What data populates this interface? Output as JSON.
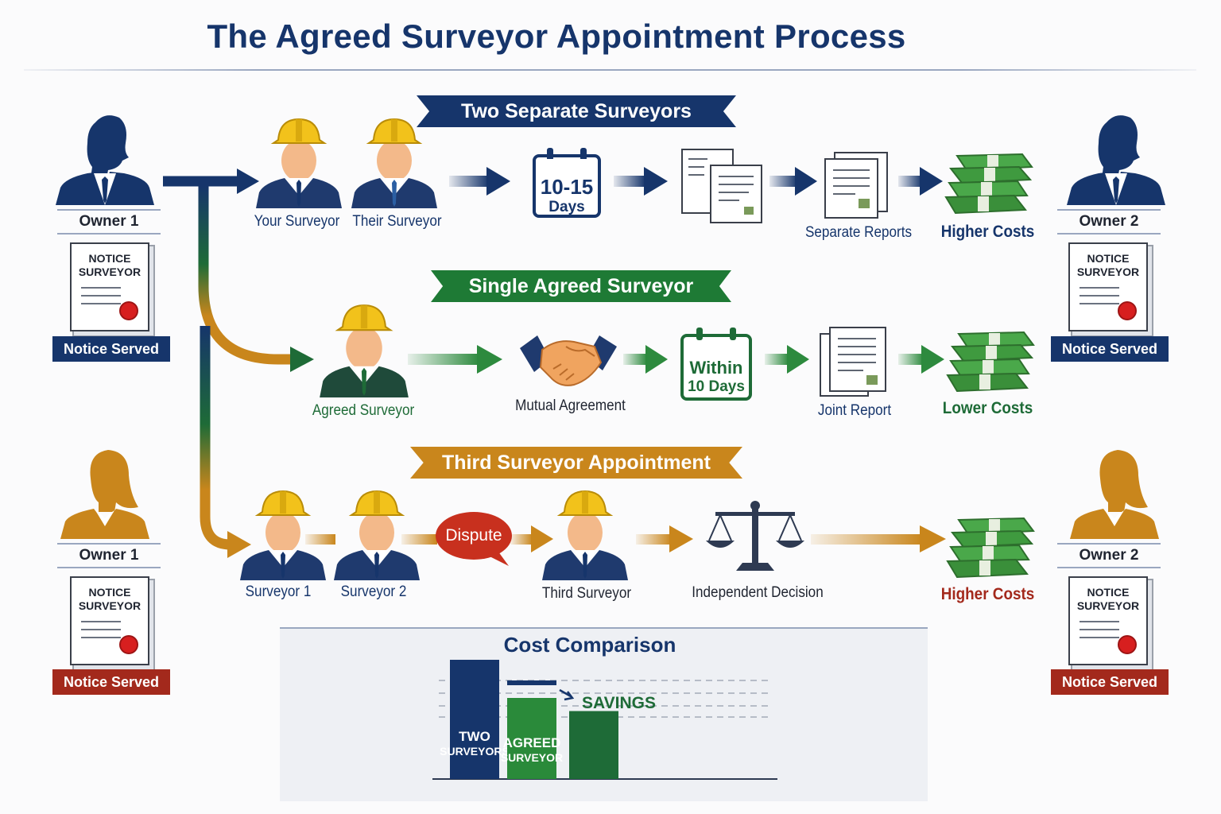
{
  "title": "The Agreed Surveyor Appointment Process",
  "owners": {
    "left_top": {
      "name": "Owner 1",
      "doc": "NOTICE\nSURVEYOR",
      "badge": "Notice Served"
    },
    "right_top": {
      "name": "Owner 2",
      "doc": "NOTICE\nSURVEYOR",
      "badge": "Notice Served"
    },
    "left_bottom": {
      "name": "Owner 1",
      "doc": "NOTICE\nSURVEYOR",
      "badge": "Notice Served"
    },
    "right_bottom": {
      "name": "Owner 2",
      "doc": "NOTICE\nSURVEYOR",
      "badge": "Notice Served"
    }
  },
  "rows": {
    "two": {
      "heading": "Two Separate Surveyors",
      "your_surveyor": "Your Surveyor",
      "their_surveyor": "Their Surveyor",
      "calendar_top": "10-15",
      "calendar_bottom": "Days",
      "reports": "Separate Reports",
      "cost": "Higher Costs"
    },
    "single": {
      "heading": "Single Agreed Surveyor",
      "surveyor": "Agreed Surveyor",
      "agreement": "Mutual Agreement",
      "calendar_top": "Within",
      "calendar_bottom": "10 Days",
      "report": "Joint Report",
      "cost": "Lower Costs"
    },
    "third": {
      "heading": "Third Surveyor Appointment",
      "surveyor1": "Surveyor 1",
      "surveyor2": "Surveyor 2",
      "dispute": "Dispute",
      "third": "Third Surveyor",
      "decision": "Independent Decision",
      "cost": "Higher Costs"
    }
  },
  "colors": {
    "navy": "#16356b",
    "green": "#1e6b37",
    "orange": "#c9861c",
    "red_badge": "#a3291c",
    "dispute": "#c8301e"
  },
  "chart_data": {
    "type": "bar",
    "title": "Cost Comparison",
    "categories": [
      "TWO SURVEYORS",
      "AGREED SURVEYOR",
      ""
    ],
    "values": [
      100,
      68,
      57
    ],
    "annotation": "SAVINGS",
    "ylim": [
      0,
      100
    ],
    "grid": true
  }
}
